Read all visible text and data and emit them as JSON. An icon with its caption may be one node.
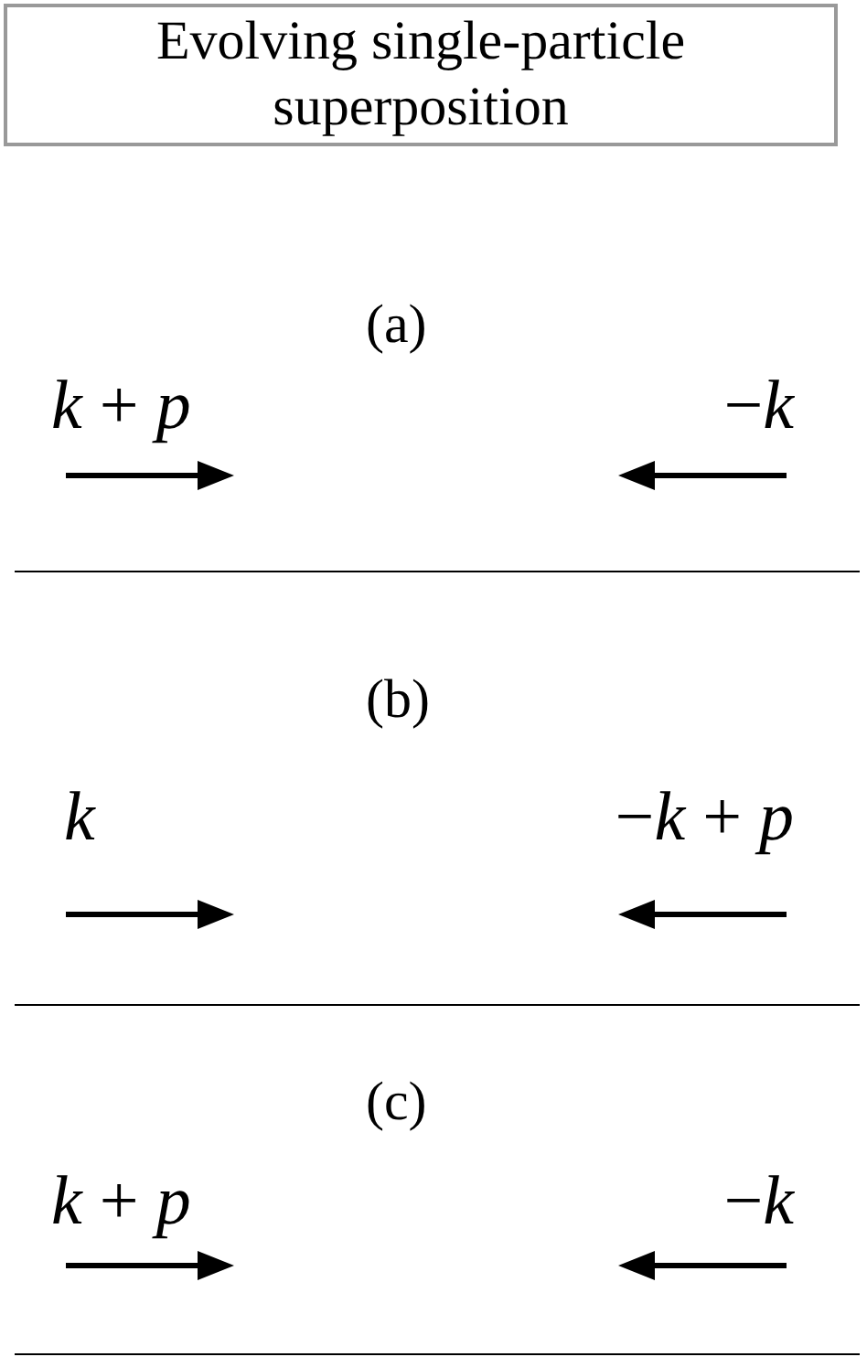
{
  "diagram": {
    "title": "Evolving single-particle superposition",
    "labels": [
      "(a)",
      "*k* + *p*",
      "−*k*",
      "(b)",
      "*k*",
      "−*k* + *p*",
      "(c)",
      "*k* + *p*",
      "−*k*"
    ]
  }
}
